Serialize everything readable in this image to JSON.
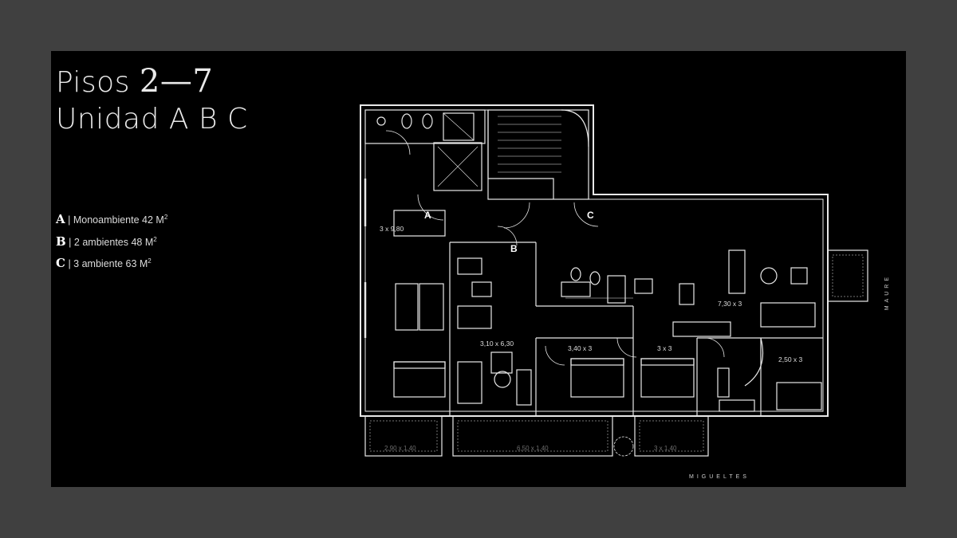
{
  "title": {
    "line1_prefix": "Pisos ",
    "line1_range": "2—7",
    "line2": "Unidad A B C"
  },
  "legend": [
    {
      "letter": "A",
      "separator": "|",
      "text": "Monoambiente 42 M",
      "sup": "2"
    },
    {
      "letter": "B",
      "separator": "|",
      "text": "2 ambientes 48 M",
      "sup": "2"
    },
    {
      "letter": "C",
      "separator": "|",
      "text": "3 ambiente 63 M",
      "sup": "2"
    }
  ],
  "plan": {
    "unit_labels": [
      "A",
      "B",
      "C"
    ],
    "room_dims": [
      "3 x 9,80",
      "3,10 x 6,30",
      "3,40 x 3",
      "3 x 3",
      "7,30 x 3",
      "2,50 x 3"
    ],
    "balcony_dims": [
      "2,90 x 1,40",
      "6,50 x 1,40",
      "3 x 1,40"
    ]
  },
  "streets": {
    "right": "MAURE",
    "bottom": "MIGUELTES"
  },
  "colors": {
    "page_bg": "#404040",
    "slide_bg": "#000000",
    "wall": "#e8e8e8",
    "text": "#e9e9e9"
  }
}
